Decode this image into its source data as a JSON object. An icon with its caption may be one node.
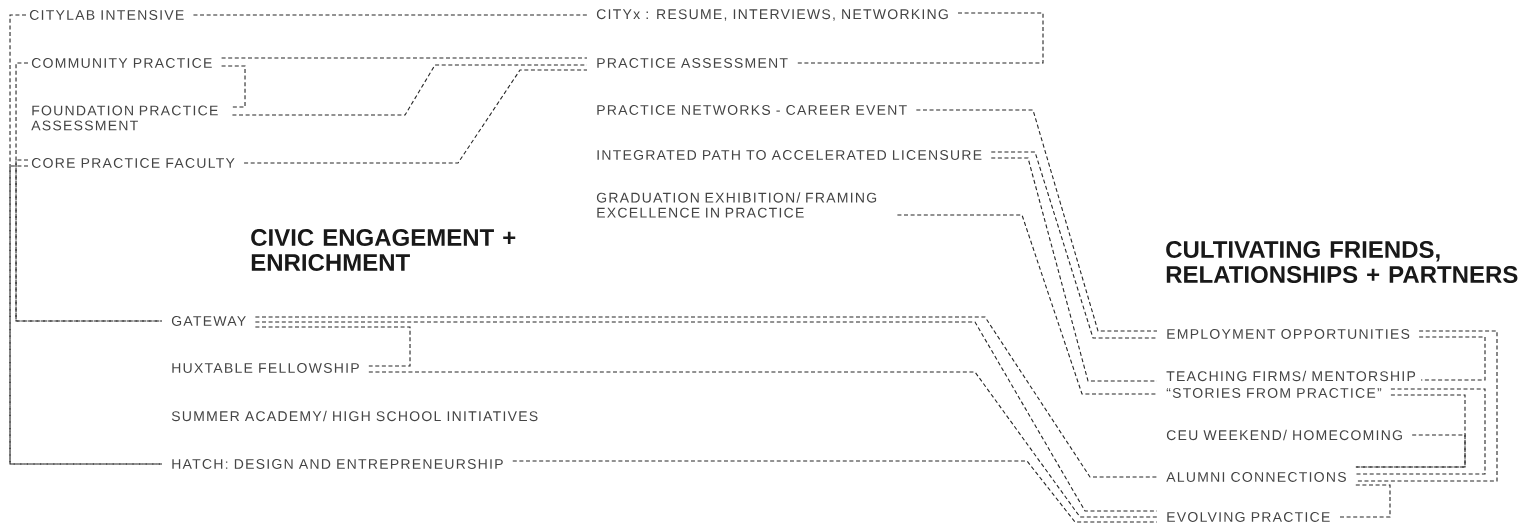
{
  "diagram": {
    "nodes": [
      {
        "text": [
          "CITYLAB INTENSIVE"
        ]
      },
      {
        "text": [
          "CITYx : RESUME, INTERVIEWS, NETWORKING"
        ]
      },
      {
        "text": [
          "COMMUNITY PRACTICE"
        ]
      },
      {
        "text": [
          "PRACTICE ASSESSMENT"
        ]
      },
      {
        "text": [
          "FOUNDATION PRACTICE ASSESSMENT"
        ]
      },
      {
        "text": [
          "PRACTICE NETWORKS - CAREER EVENT"
        ]
      },
      {
        "text": [
          "CORE PRACTICE FACULTY"
        ]
      },
      {
        "text": [
          "INTEGRATED PATH TO ACCELERATED LICENSURE"
        ]
      },
      {
        "text": [
          "GRADUATION EXHIBITION/ FRAMING EXCELLENCE IN PRACTICE"
        ]
      },
      {
        "text": [
          "GATEWAY"
        ]
      },
      {
        "text": [
          "HUXTABLE FELLOWSHIP"
        ]
      },
      {
        "text": [
          "SUMMER ACADEMY/ HIGH SCHOOL INITIATIVES"
        ]
      },
      {
        "text": [
          "HATCH:  DESIGN AND ENTREPRENEURSHIP"
        ]
      },
      {
        "text": [
          "EMPLOYMENT OPPORTUNITIES"
        ]
      },
      {
        "text": [
          "TEACHING FIRMS/ MENTORSHIP"
        ]
      },
      {
        "text": [
          "“STORIES FROM PRACTICE”"
        ]
      },
      {
        "text": [
          "CEU WEEKEND/ HOMECOMING"
        ]
      },
      {
        "text": [
          "ALUMNI CONNECTIONS"
        ]
      },
      {
        "text": [
          "EVOLVING PRACTICE"
        ]
      }
    ],
    "edges": [
      {
        "from": 0,
        "to": 1,
        "arrow": "none"
      },
      {
        "from": 1,
        "to": 3,
        "arrow": "none"
      },
      {
        "from": 0,
        "to": 12,
        "arrow": "none"
      },
      {
        "from": 2,
        "to": 9,
        "arrow": "none"
      },
      {
        "from": 2,
        "to": 3,
        "arrow": "none"
      },
      {
        "from": 2,
        "to": 4,
        "arrow": "none"
      },
      {
        "from": 4,
        "to": 3,
        "arrow": "none"
      },
      {
        "from": 6,
        "to": 3,
        "arrow": "none"
      },
      {
        "from": 6,
        "to": 9,
        "arrow": "none"
      },
      {
        "from": 6,
        "to": 12,
        "arrow": "none"
      },
      {
        "from": 5,
        "to": 13,
        "arrow": "none"
      },
      {
        "from": 7,
        "to": 13,
        "arrow": "none"
      },
      {
        "from": 7,
        "to": 14,
        "arrow": "none"
      },
      {
        "from": 8,
        "to": 15,
        "arrow": "none"
      },
      {
        "from": 9,
        "to": 17,
        "arrow": "none"
      },
      {
        "from": 9,
        "to": 18,
        "arrow": "none"
      },
      {
        "from": 9,
        "to": 10,
        "arrow": "none"
      },
      {
        "from": 10,
        "to": 18,
        "arrow": "none"
      },
      {
        "from": 12,
        "to": 18,
        "arrow": "none"
      },
      {
        "from": 13,
        "to": 17,
        "arrow": "none"
      },
      {
        "from": 13,
        "to": 14,
        "arrow": "none"
      },
      {
        "from": 15,
        "to": 17,
        "arrow": "none"
      },
      {
        "from": 15,
        "to": 17,
        "arrow": "none"
      },
      {
        "from": 16,
        "to": 17,
        "arrow": "none"
      },
      {
        "from": 17,
        "to": 18,
        "arrow": "none"
      }
    ],
    "labels": [
      "CIVIC ENGAGEMENT + ENRICHMENT",
      "CULTIVATING FRIENDS, RELATIONSHIPS + PARTNERS"
    ]
  }
}
